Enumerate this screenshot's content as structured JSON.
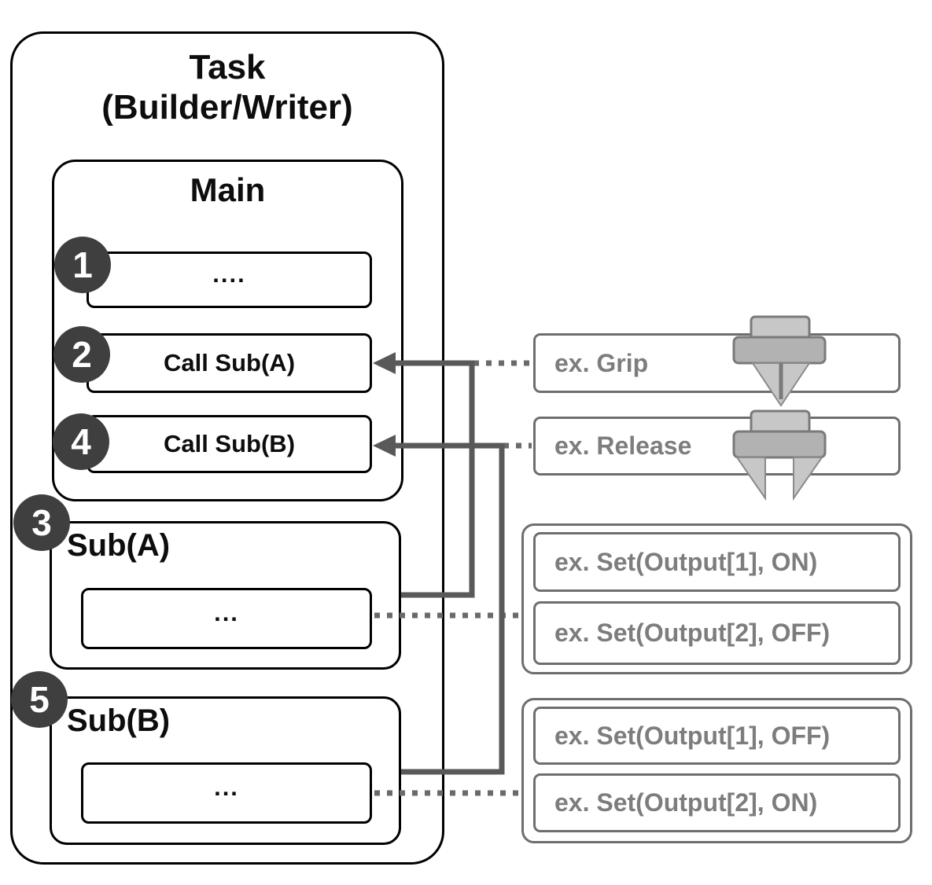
{
  "task": {
    "title_line1": "Task",
    "title_line2": "(Builder/Writer)",
    "main": {
      "title": "Main",
      "steps": [
        {
          "badge": "1",
          "label": "...."
        },
        {
          "badge": "2",
          "label": "Call Sub(A)"
        },
        {
          "badge": "4",
          "label": "Call Sub(B)"
        }
      ]
    },
    "subroutines": [
      {
        "badge": "3",
        "title": "Sub(A)",
        "body": "..."
      },
      {
        "badge": "5",
        "title": "Sub(B)",
        "body": "..."
      }
    ]
  },
  "examples": {
    "grip": {
      "label": "ex. Grip",
      "icon": "gripper-closed-icon"
    },
    "release": {
      "label": "ex. Release",
      "icon": "gripper-open-icon"
    },
    "sub_a_group": {
      "items": [
        "ex. Set(Output[1], ON)",
        "ex. Set(Output[2], OFF)"
      ]
    },
    "sub_b_group": {
      "items": [
        "ex. Set(Output[1], OFF)",
        "ex. Set(Output[2], ON)"
      ]
    }
  },
  "colors": {
    "background": "#ffffff",
    "outline_black": "#000000",
    "outline_gray": "#6e6e6e",
    "text_black": "#0d0d0d",
    "text_gray": "#7d7d7d",
    "connector_gray": "#595959",
    "badge_background": "#3f3f3f",
    "badge_text": "#ffffff",
    "icon_light_gray": "#c7c7c7",
    "icon_mid_gray": "#b2b2b2",
    "icon_stroke_gray": "#7a7a7a"
  }
}
